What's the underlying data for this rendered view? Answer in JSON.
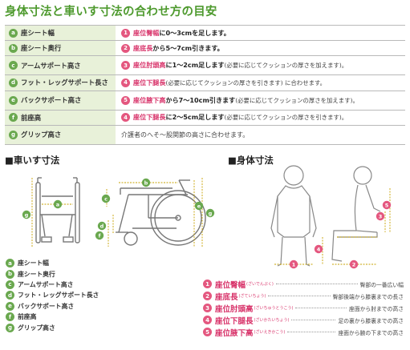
{
  "title": "身体寸法と車いす寸法の合わせ方の目安",
  "table": {
    "rows": [
      {
        "key": "a",
        "name": "座シート幅",
        "num": "1",
        "term": "座位臀幅",
        "text": "に0～3cmを足します。"
      },
      {
        "key": "b",
        "name": "座シート奥行",
        "num": "2",
        "term": "座底長",
        "text": "から5～7cm引きます。"
      },
      {
        "key": "c",
        "name": "アームサポート高さ",
        "num": "3",
        "term": "座位肘頭高",
        "text": "に1～2cm足します",
        "note": "(必要に応じてクッションの厚さを加えます)。"
      },
      {
        "key": "d",
        "name": "フット・レッグサポート長さ",
        "num": "4",
        "term": "座位下腿長",
        "text": "(必要に応じてクッションの厚さを引きます) に合わせます。"
      },
      {
        "key": "e",
        "name": "バックサポート高さ",
        "num": "5",
        "term": "座位腋下高",
        "text": "から7～10cm引きます",
        "note": "(必要に応じてクッションの厚さを加えます)。"
      },
      {
        "key": "f",
        "name": "前座高",
        "num": "4",
        "term": "座位下腿長",
        "text": "に2～5cm足します",
        "note": "(必要に応じてクッションの厚さを引きます)。"
      },
      {
        "key": "g",
        "name": "グリップ高さ",
        "text": "介護者のへそ～股関節の高さに合わせます。"
      }
    ]
  },
  "wheelchair_section": {
    "title": "■車いす寸法",
    "legend": [
      {
        "key": "a",
        "name": "座シート幅"
      },
      {
        "key": "b",
        "name": "座シート奥行"
      },
      {
        "key": "c",
        "name": "アームサポート高さ"
      },
      {
        "key": "d",
        "name": "フット・レッグサポート長さ"
      },
      {
        "key": "e",
        "name": "バックサポート高さ"
      },
      {
        "key": "f",
        "name": "前座高"
      },
      {
        "key": "g",
        "name": "グリップ高さ"
      }
    ]
  },
  "body_section": {
    "title": "■身体寸法",
    "legend": [
      {
        "num": "1",
        "name": "座位臀幅",
        "ruby": "(ざいでんぷく)",
        "desc": "臀部の一番広い幅"
      },
      {
        "num": "2",
        "name": "座底長",
        "ruby": "(ざていちょう)",
        "desc": "臀部後端から膝裏までの長さ"
      },
      {
        "num": "3",
        "name": "座位肘頭高",
        "ruby": "(ざいちゅうとうこう)",
        "desc": "座面から肘までの高さ"
      },
      {
        "num": "4",
        "name": "座位下腿長",
        "ruby": "(ざいかたいちょう)",
        "desc": "足の裏から膝裏までの高さ"
      },
      {
        "num": "5",
        "name": "座位腋下高",
        "ruby": "(ざいえきかこう)",
        "desc": "座面から腋の下までの高さ"
      }
    ]
  },
  "colors": {
    "green": "#6aa84f",
    "pink": "#e4577f",
    "title_green": "#4e9a2e"
  }
}
